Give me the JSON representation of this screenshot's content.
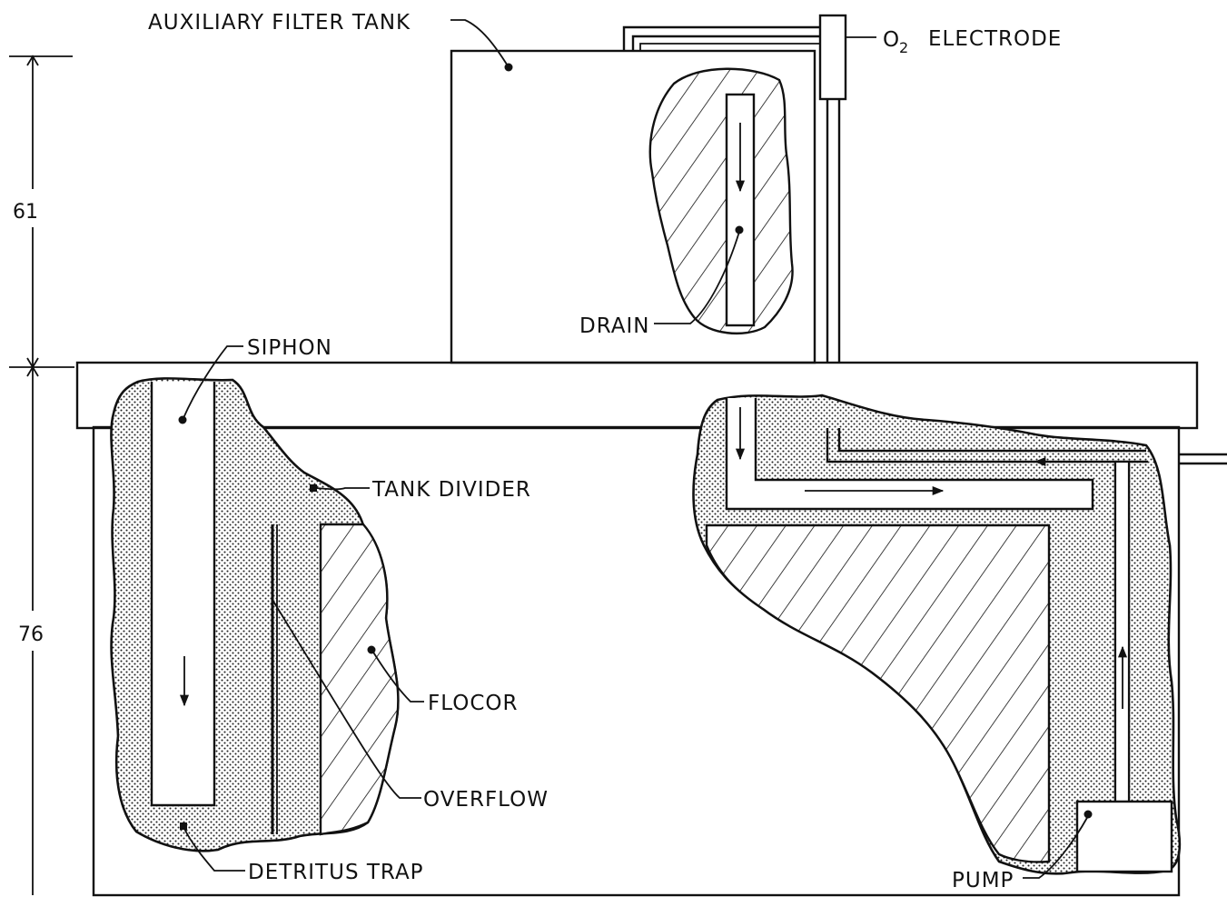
{
  "labels": {
    "auxiliary_filter_tank": "AUXILIARY FILTER TANK",
    "o2_prefix": "O",
    "o2_subscript": "2",
    "o2_electrode": "ELECTRODE",
    "drain": "DRAIN",
    "siphon": "SIPHON",
    "tank_divider": "TANK DIVIDER",
    "flocor": "FLOCOR",
    "overflow": "OVERFLOW",
    "detritus_trap": "DETRITUS TRAP",
    "pump": "PUMP"
  },
  "dimensions": {
    "upper": "61",
    "lower": "76"
  }
}
